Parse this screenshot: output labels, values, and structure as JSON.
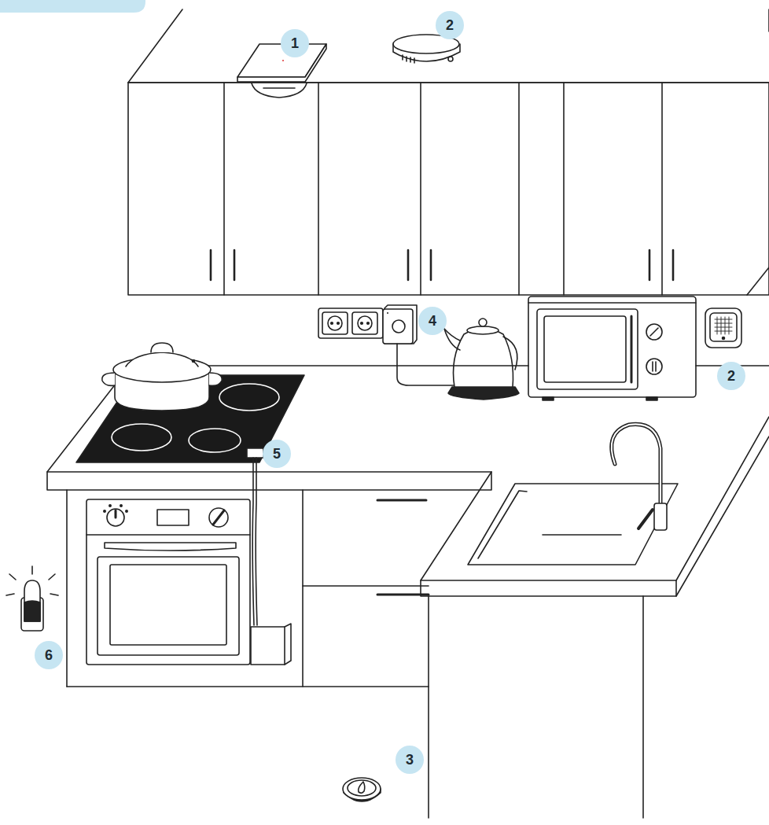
{
  "diagram": {
    "labels": [
      "1",
      "2",
      "4",
      "2",
      "5",
      "6",
      "3"
    ]
  }
}
